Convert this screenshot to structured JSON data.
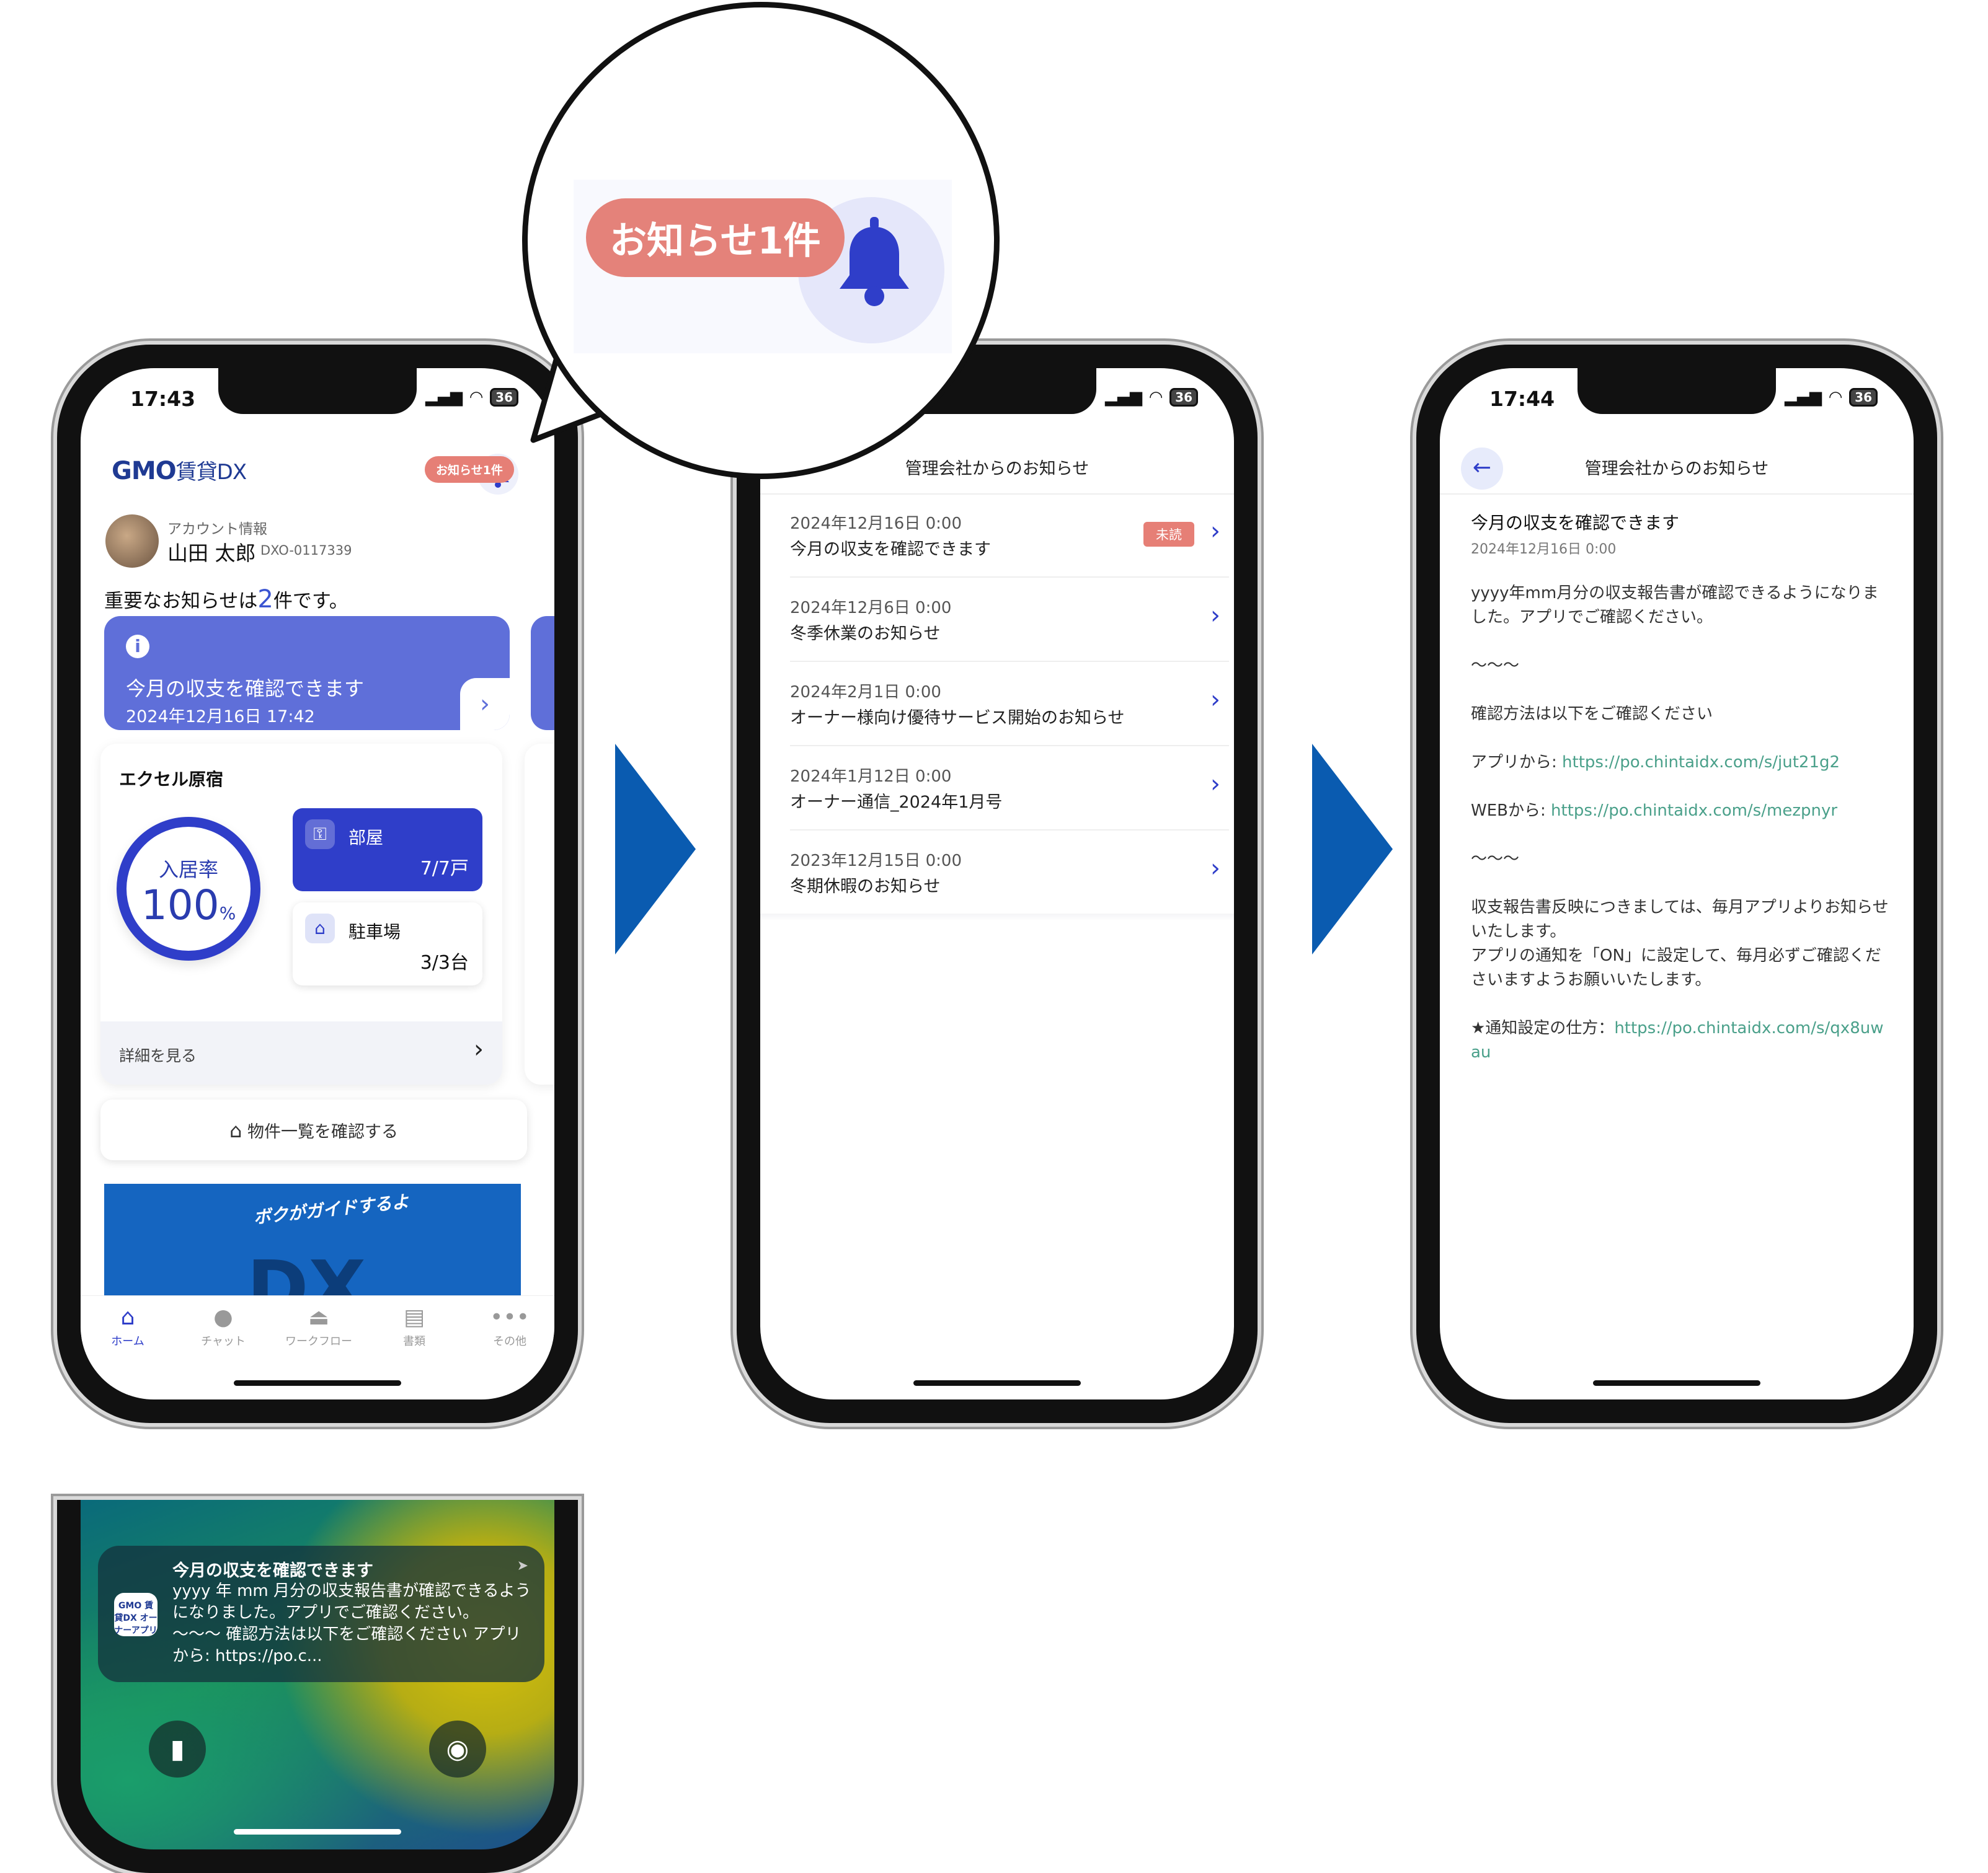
{
  "status": {
    "time_a": "17:43",
    "time_c": "17:44",
    "battery": "36"
  },
  "home": {
    "logo_main": "GMO",
    "logo_sub": "賃貸DX",
    "notice_pill": "お知らせ1件",
    "account_label": "アカウント情報",
    "account_name": "山田 太郎",
    "account_id": "DXO-0117339",
    "important_prefix": "重要なお知らせは",
    "important_count": "2",
    "important_suffix": "件です。",
    "important_card": {
      "title": "今月の収支を確認できます",
      "date": "2024年12月16日 17:42"
    },
    "property": {
      "name": "エクセル原宿",
      "gauge_label": "入居率",
      "gauge_value": "100",
      "gauge_unit": "%",
      "room_label": "部屋",
      "room_value": "7/7戸",
      "parking_label": "駐車場",
      "parking_value": "3/3台",
      "detail_label": "詳細を見る"
    },
    "list_button": "物件一覧を確認する",
    "banner_text": "ボクがガイドするよ",
    "banner_dx": "DX",
    "tabs": [
      {
        "label": "ホーム",
        "icon": "home-icon"
      },
      {
        "label": "チャット",
        "icon": "chat-icon"
      },
      {
        "label": "ワークフロー",
        "icon": "workflow-icon"
      },
      {
        "label": "書類",
        "icon": "document-icon"
      },
      {
        "label": "その他",
        "icon": "more-icon"
      }
    ]
  },
  "callout": {
    "pill": "お知らせ1件"
  },
  "notices": {
    "title": "管理会社からのお知らせ",
    "unread_badge": "未読",
    "items": [
      {
        "date": "2024年12月16日 0:00",
        "title": "今月の収支を確認できます"
      },
      {
        "date": "2024年12月6日 0:00",
        "title": "冬季休業のお知らせ"
      },
      {
        "date": "2024年2月1日 0:00",
        "title": "オーナー様向け優待サービス開始のお知らせ"
      },
      {
        "date": "2024年1月12日 0:00",
        "title": "オーナー通信_2024年1月号"
      },
      {
        "date": "2023年12月15日 0:00",
        "title": "冬期休暇のお知らせ"
      }
    ]
  },
  "detail": {
    "nav_title": "管理会社からのお知らせ",
    "title": "今月の収支を確認できます",
    "date": "2024年12月16日 0:00",
    "p1": "yyyy年mm月分の収支報告書が確認できるようになりました。アプリでご確認ください。",
    "sep1": "〜〜〜",
    "p2": "確認方法は以下をご確認ください",
    "app_prefix": "アプリから: ",
    "app_link": "https://po.chintaidx.com/s/jut21g2",
    "web_prefix": "WEBから: ",
    "web_link": "https://po.chintaidx.com/s/mezpnyr",
    "sep2": "〜〜〜",
    "p3": "収支報告書反映につきましては、毎月アプリよりお知らせいたします。",
    "p4": "アプリの通知を「ON」に設定して、毎月必ずご確認くださいますようお願いいたします。",
    "setting_prefix": "★通知設定の仕方：",
    "setting_link": "https://po.chintaidx.com/s/qx8uwau"
  },
  "lock": {
    "app_icon_text": "GMO 賃貸DX オーナーアプリ",
    "notif_title": "今月の収支を確認できます",
    "notif_body": "yyyy 年 mm 月分の収支報告書が確認できるようになりました。アプリでご確認ください。 〜〜〜 確認方法は以下をご確認ください アプリから: https://po.c..."
  },
  "colors": {
    "accent": "#2f3ec9",
    "card": "#5f6fd9",
    "badge": "#e67f76",
    "link": "#4aa08a",
    "arrow": "#0a5bb0"
  }
}
